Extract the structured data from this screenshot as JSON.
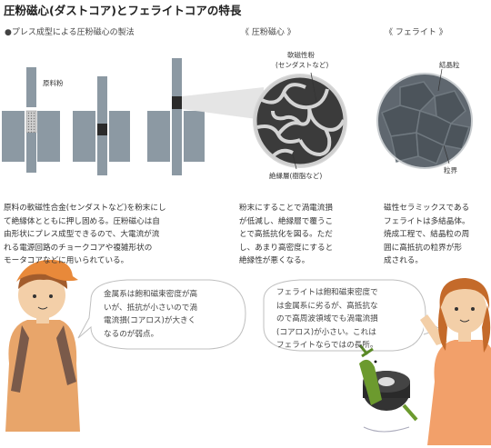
{
  "title": "圧粉磁心(ダストコア)とフェライトコアの特長",
  "section_press": {
    "heading": "●プレス成型による圧粉磁心の製法",
    "label_powder": "原料粉",
    "description": [
      "原料の軟磁性合金(センダストなど)を粉末にし",
      "て絶縁体とともに押し固める。圧粉磁心は自",
      "由形状にプレス成型できるので、大電流が流",
      "れる電源回路のチョークコアや複雑形状の",
      "モータコアなどに用いられている。"
    ]
  },
  "section_dust": {
    "heading": "《 圧粉磁心 》",
    "label_top_line1": "軟磁性粉",
    "label_top_line2": "(センダストなど)",
    "label_bottom": "絶縁層(樹脂など)",
    "description": [
      "粉末にすることで渦電流損",
      "が低減し、絶縁層で覆うこ",
      "とで高抵抗化を図る。ただ",
      "し、あまり高密度にすると",
      "絶縁性が悪くなる。"
    ]
  },
  "section_ferrite": {
    "heading": "《 フェライト 》",
    "label_top": "結晶粒",
    "label_bottom": "粒界",
    "description": [
      "磁性セラミックスである",
      "フェライトは多結晶体。",
      "焼成工程で、結晶粒の周",
      "囲に高抵抗の粒界が形",
      "成される。"
    ]
  },
  "bubble_left": [
    "金属系は飽和磁束密度が高",
    "いが、抵抗が小さいので渦",
    "電流損(コアロス)が大きく",
    "なるのが弱点。"
  ],
  "bubble_right": [
    "フェライトは飽和磁束密度で",
    "は金属系に劣るが、高抵抗な",
    "ので高周波領域でも渦電流損",
    "(コアロス)が小さい。これは",
    "フェライトならではの長所。"
  ],
  "colors": {
    "die": "#8c99a3",
    "die_dark": "#6f7c86",
    "punch": "#8c99a3",
    "compact": "#2b2b2b",
    "dust_bg": "#3a3a3a",
    "dust_binder": "#d4d4d4",
    "ferrite_base": "#606870",
    "ferrite_grain": "#4b535a",
    "character_orange": "#e8893a",
    "skin": "#f3cfa8"
  }
}
